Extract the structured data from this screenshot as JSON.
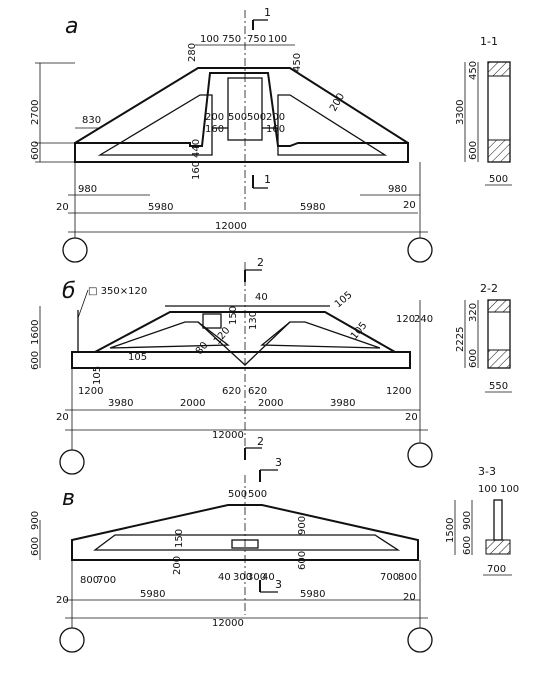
{
  "variants": [
    {
      "letter": "а",
      "section_mark": "1",
      "dims": [
        "100",
        "750",
        "750",
        "100",
        "280",
        "450",
        "200",
        "830",
        "200",
        "160",
        "500",
        "500",
        "200",
        "160",
        "440",
        "160",
        "2700",
        "600",
        "980",
        "980",
        "20",
        "20",
        "5980",
        "5980",
        "12000"
      ],
      "section": {
        "title": "1-1",
        "height": "3300",
        "top": "450",
        "bottom": "600",
        "width": "500"
      }
    },
    {
      "letter": "б",
      "section_mark": "2",
      "callout": "□ 350×120",
      "dims": [
        "40",
        "130",
        "150",
        "120",
        "240",
        "105",
        "105",
        "105",
        "80",
        "120",
        "105",
        "1600",
        "600",
        "620",
        "620",
        "1200",
        "1200",
        "3980",
        "2000",
        "2000",
        "3980",
        "20",
        "20",
        "12000"
      ],
      "section": {
        "title": "2-2",
        "height": "2225",
        "top": "320",
        "bottom": "600",
        "width": "550"
      }
    },
    {
      "letter": "в",
      "section_mark": "3",
      "dims": [
        "500",
        "500",
        "900",
        "600",
        "150",
        "200",
        "900",
        "600",
        "40",
        "300",
        "300",
        "40",
        "800",
        "700",
        "700",
        "800",
        "20",
        "20",
        "5980",
        "5980",
        "12000"
      ],
      "section": {
        "title": "3-3",
        "top_width_a": "100",
        "top_width_b": "100",
        "height": "1500",
        "top": "900",
        "bottom": "600",
        "width": "700"
      }
    }
  ]
}
